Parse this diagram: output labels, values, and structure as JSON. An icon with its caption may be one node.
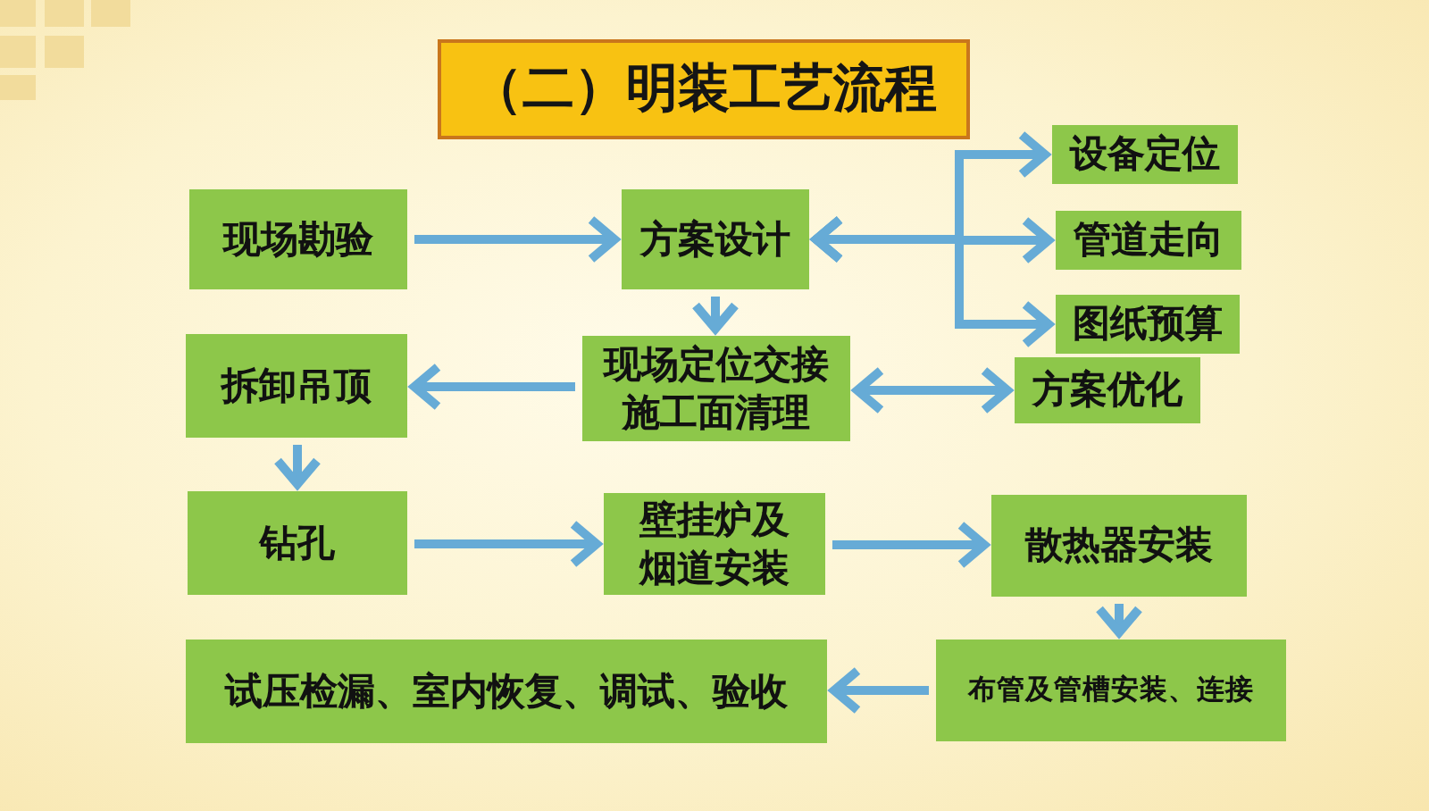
{
  "diagram": {
    "title": "（二）明装工艺流程",
    "nodes": [
      {
        "text": [
          "现场勘验"
        ]
      },
      {
        "text": [
          "方案设计"
        ]
      },
      {
        "text": [
          "设备定位"
        ]
      },
      {
        "text": [
          "管道走向"
        ]
      },
      {
        "text": [
          "图纸预算"
        ]
      },
      {
        "text": [
          "拆卸吊顶"
        ]
      },
      {
        "text": [
          "现场定位交接施工面清理"
        ]
      },
      {
        "text": [
          "方案优化"
        ]
      },
      {
        "text": [
          "钻孔"
        ]
      },
      {
        "text": [
          "壁挂炉及烟道安装"
        ]
      },
      {
        "text": [
          "散热器安装"
        ]
      },
      {
        "text": [
          "试压检漏、室内恢复、调试、验收"
        ]
      },
      {
        "text": [
          "布管及管槽安装、连接"
        ]
      }
    ],
    "edges": [
      {
        "from": 0,
        "to": 1,
        "arrow": "to"
      },
      {
        "from": 1,
        "to": 2,
        "arrow": "both"
      },
      {
        "from": 1,
        "to": 3,
        "arrow": "both"
      },
      {
        "from": 1,
        "to": 4,
        "arrow": "both"
      },
      {
        "from": 1,
        "to": 6,
        "arrow": "to"
      },
      {
        "from": 6,
        "to": 5,
        "arrow": "to"
      },
      {
        "from": 6,
        "to": 7,
        "arrow": "both"
      },
      {
        "from": 5,
        "to": 8,
        "arrow": "to"
      },
      {
        "from": 8,
        "to": 9,
        "arrow": "to"
      },
      {
        "from": 9,
        "to": 10,
        "arrow": "to"
      },
      {
        "from": 10,
        "to": 12,
        "arrow": "to"
      },
      {
        "from": 12,
        "to": 11,
        "arrow": "to"
      }
    ]
  }
}
